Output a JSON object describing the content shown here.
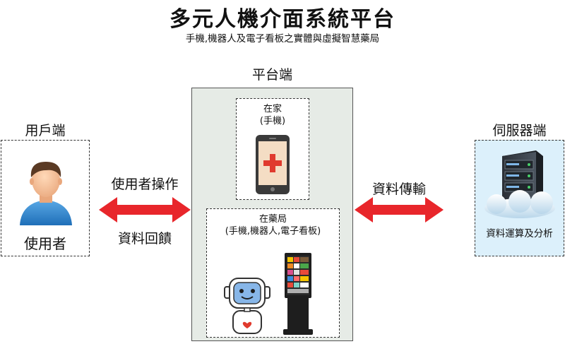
{
  "header": {
    "title": "多元人機介面系統平台",
    "subtitle": "手機,機器人及電子看板之實體與虛擬智慧藥局"
  },
  "platform": {
    "label": "平台端",
    "home": {
      "line1": "在家",
      "line2": "(手機)"
    },
    "pharmacy": {
      "line1": "在藥局",
      "line2": "(手機,機器人,電子看板)"
    }
  },
  "user_side": {
    "label": "用戶端",
    "caption": "使用者"
  },
  "server_side": {
    "label": "伺服器端",
    "caption": "資料運算及分析"
  },
  "arrows": {
    "left_top": "使用者操作",
    "left_bottom": "資料回饋",
    "right_top": "資料傳輸"
  },
  "colors": {
    "arrow": "#e8262b",
    "platform_bg": "#e6ebe6",
    "server_bg": "#dcf0fb",
    "phone_body": "#3a3a3a",
    "cross": "#e03a2e"
  },
  "icons": {
    "user": "user-avatar-icon",
    "phone": "smartphone-medical-icon",
    "robot": "robot-icon",
    "kiosk": "digital-signage-kiosk-icon",
    "server": "server-cloud-icon"
  }
}
